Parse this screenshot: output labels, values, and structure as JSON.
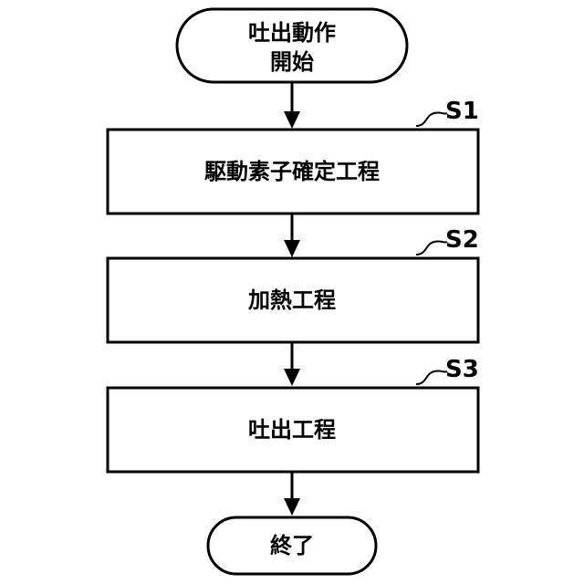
{
  "flowchart": {
    "start": {
      "line1": "吐出動作",
      "line2": "開始"
    },
    "steps": [
      {
        "id": "S1",
        "label": "駆動素子確定工程"
      },
      {
        "id": "S2",
        "label": "加熱工程"
      },
      {
        "id": "S3",
        "label": "吐出工程"
      }
    ],
    "end": {
      "label": "終了"
    }
  }
}
